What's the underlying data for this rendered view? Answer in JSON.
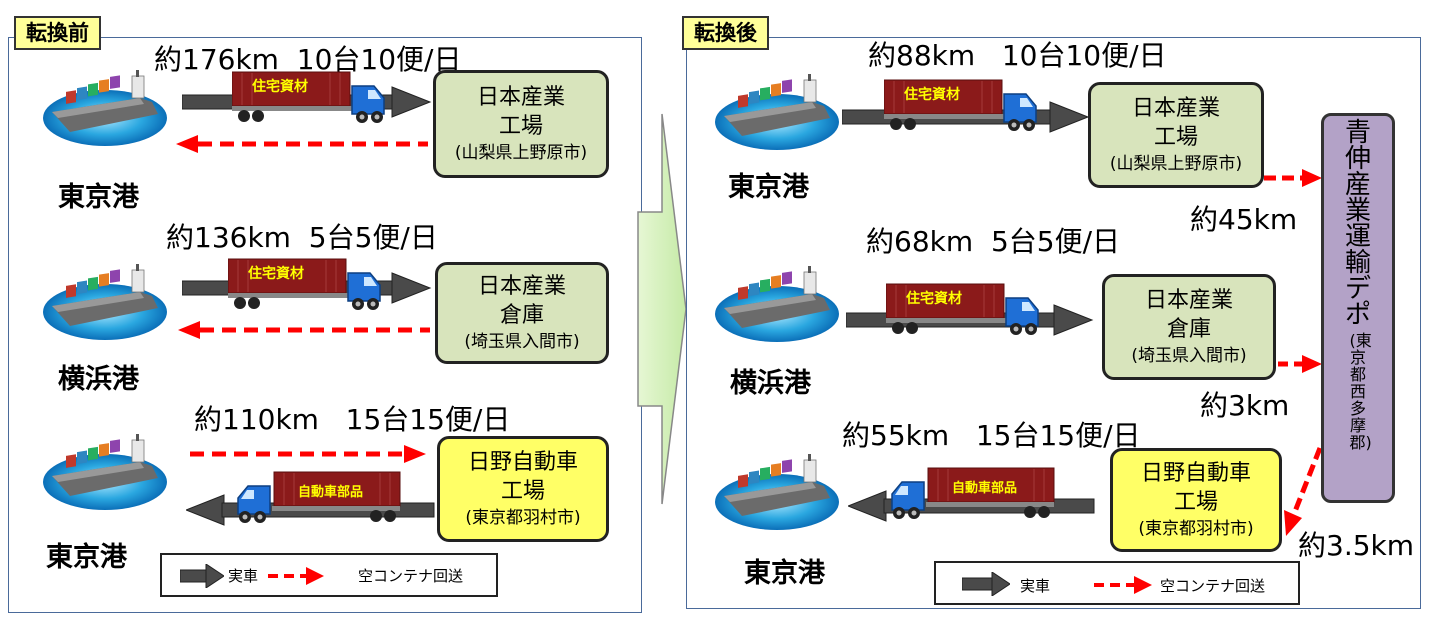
{
  "before": {
    "tag": "転換前",
    "routes": [
      {
        "port": "東京港",
        "distance": "約176km",
        "trips": "10台10便/日",
        "cargo": "住宅資材",
        "dest": {
          "l1": "日本産業",
          "l2": "工場",
          "l3": "(山梨県上野原市)"
        }
      },
      {
        "port": "横浜港",
        "distance": "約136km",
        "trips": "5台5便/日",
        "cargo": "住宅資材",
        "dest": {
          "l1": "日本産業",
          "l2": "倉庫",
          "l3": "(埼玉県入間市)"
        }
      },
      {
        "port": "東京港",
        "distance": "約110km",
        "trips": "15台15便/日",
        "cargo": "自動車部品",
        "dest": {
          "l1": "日野自動車",
          "l2": "工場",
          "l3": "(東京都羽村市)"
        }
      }
    ],
    "legend": {
      "solid": "実車",
      "dashed": "空コンテナ回送"
    }
  },
  "after": {
    "tag": "転換後",
    "routes": [
      {
        "port": "東京港",
        "distance": "約88km",
        "trips": "10台10便/日",
        "cargo": "住宅資材",
        "dest": {
          "l1": "日本産業",
          "l2": "工場",
          "l3": "(山梨県上野原市)"
        },
        "depot_distance": "約45km"
      },
      {
        "port": "横浜港",
        "distance": "約68km",
        "trips": "5台5便/日",
        "cargo": "住宅資材",
        "dest": {
          "l1": "日本産業",
          "l2": "倉庫",
          "l3": "(埼玉県入間市)"
        },
        "depot_distance": "約3km"
      },
      {
        "port": "東京港",
        "distance": "約55km",
        "trips": "15台15便/日",
        "cargo": "自動車部品",
        "dest": {
          "l1": "日野自動車",
          "l2": "工場",
          "l3": "(東京都羽村市)"
        },
        "depot_distance": "約3.5km"
      }
    ],
    "depot": {
      "name": "青伸産業運輸デポ",
      "location": "(東京都西多摩郡)"
    },
    "legend": {
      "solid": "実車",
      "dashed": "空コンテナ回送"
    }
  },
  "colors": {
    "tag_bg": "#ffff99",
    "green_box": "#d8e4bc",
    "yellow_box": "#ffff66",
    "depot": "#b3a2c7",
    "dashed_arrow": "#ff0000",
    "truck_cab": "#1f6fd6",
    "container": "#8b1a1a",
    "cargo_text": "#ffff00"
  }
}
